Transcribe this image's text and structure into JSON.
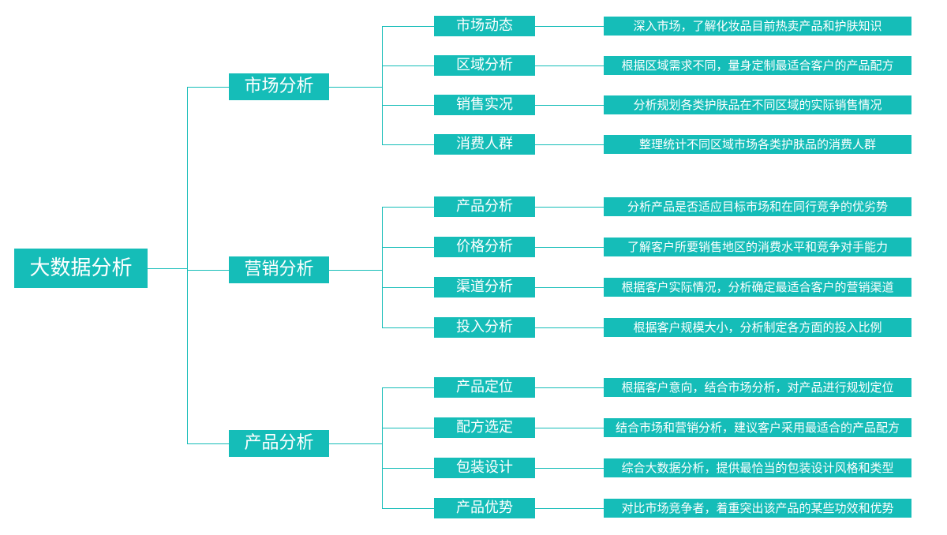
{
  "diagram": {
    "colors": {
      "accent": "#15BDB8",
      "node_text": "#FFFFFF",
      "background": "#FFFFFF"
    },
    "root": {
      "label": "大数据分析"
    },
    "branches": [
      {
        "label": "市场分析",
        "children": [
          {
            "label": "市场动态",
            "desc": "深入市场，了解化妆品目前热卖产品和护肤知识"
          },
          {
            "label": "区域分析",
            "desc": "根据区域需求不同，量身定制最适合客户的产品配方"
          },
          {
            "label": "销售实况",
            "desc": "分析规划各类护肤品在不同区域的实际销售情况"
          },
          {
            "label": "消费人群",
            "desc": "整理统计不同区域市场各类护肤品的消费人群"
          }
        ]
      },
      {
        "label": "营销分析",
        "children": [
          {
            "label": "产品分析",
            "desc": "分析产品是否适应目标市场和在同行竞争的优劣势"
          },
          {
            "label": "价格分析",
            "desc": "了解客户所要销售地区的消费水平和竞争对手能力"
          },
          {
            "label": "渠道分析",
            "desc": "根据客户实际情况，分析确定最适合客户的营销渠道"
          },
          {
            "label": "投入分析",
            "desc": "根据客户规模大小，分析制定各方面的投入比例"
          }
        ]
      },
      {
        "label": "产品分析",
        "children": [
          {
            "label": "产品定位",
            "desc": "根据客户意向，结合市场分析，对产品进行规划定位"
          },
          {
            "label": "配方选定",
            "desc": "结合市场和营销分析，建议客户采用最适合的产品配方"
          },
          {
            "label": "包装设计",
            "desc": "综合大数据分析，提供最恰当的包装设计风格和类型"
          },
          {
            "label": "产品优势",
            "desc": "对比市场竞争者，着重突出该产品的某些功效和优势"
          }
        ]
      }
    ]
  }
}
